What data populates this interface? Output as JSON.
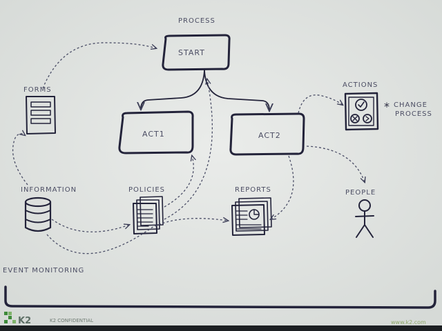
{
  "diagram": {
    "process_label": "PROCESS",
    "start_label": "START",
    "act1_label": "ACT1",
    "act2_label": "ACT2",
    "forms_label": "FORMS",
    "information_label": "INFORMATION",
    "policies_label": "POLICIES",
    "reports_label": "REPORTS",
    "actions_label": "ACTIONS",
    "change_process_line1": "CHANGE",
    "change_process_line2": "PROCESS",
    "people_label": "PEOPLE",
    "event_monitoring_label": "EVENT MONITORING"
  },
  "footer": {
    "logo_text": "K2",
    "confidential": "K2 CONFIDENTIAL",
    "url": "www.k2.com"
  },
  "colors": {
    "background": "#e4e7e4",
    "ink": "#23233a",
    "label": "#4b4d63",
    "logo_green": "#3e8a3a"
  }
}
